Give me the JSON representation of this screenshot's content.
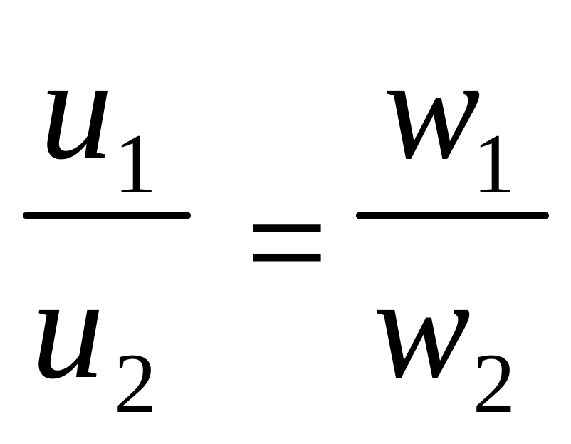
{
  "equation": {
    "left_fraction": {
      "numerator": {
        "variable": "u",
        "subscript": "1"
      },
      "denominator": {
        "variable": "u",
        "subscript": "2"
      }
    },
    "operator": "=",
    "right_fraction": {
      "numerator": {
        "variable": "w",
        "subscript": "1"
      },
      "denominator": {
        "variable": "w",
        "subscript": "2"
      }
    }
  }
}
